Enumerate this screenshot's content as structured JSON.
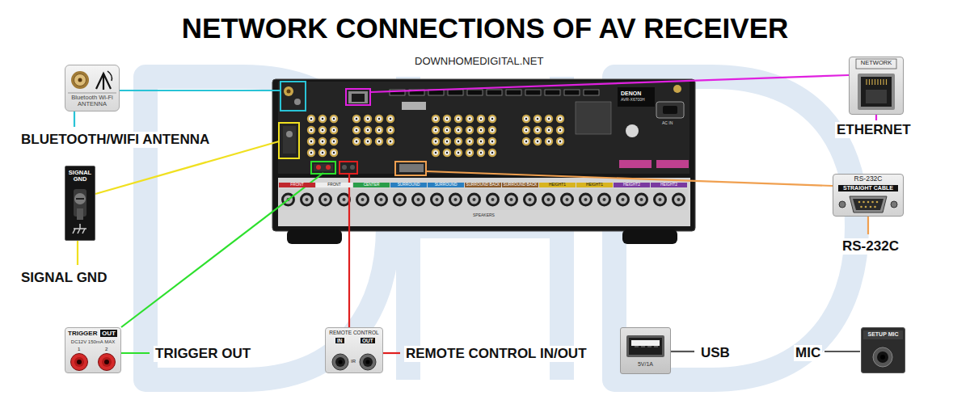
{
  "diagram": {
    "title": "NETWORK CONNECTIONS OF AV RECEIVER",
    "nodes": [
      {
        "text": [
          "Bluetooth Wi-Fi ANTENNA",
          "BLUETOOTH/WIFI ANTENNA"
        ]
      },
      {
        "text": [
          "NETWORK",
          "ETHERNET"
        ]
      },
      {
        "text": [
          "SIGNAL GND",
          "SIGNAL GND"
        ]
      },
      {
        "text": [
          "RS-232C",
          "STRAIGHT CABLE",
          "RS-232C"
        ]
      },
      {
        "text": [
          "TRIGGER",
          "OUT",
          "DC12V 150mA MAX",
          "1",
          "2",
          "TRIGGER OUT"
        ]
      },
      {
        "text": [
          "REMOTE CONTROL",
          "IN",
          "OUT",
          "IR",
          "REMOTE CONTROL IN/OUT"
        ]
      },
      {
        "text": [
          "5V/1A",
          "USB"
        ]
      },
      {
        "text": [
          "SETUP MIC",
          "MIC"
        ]
      }
    ],
    "labels": [
      "DOWNHOMEDIGITAL.NET",
      "FRONT",
      "FRONT",
      "CENTER",
      "SURROUND",
      "SURROUND",
      "SURROUND BACK",
      "SURROUND BACK",
      "HEIGHT1",
      "HEIGHT1",
      "HEIGHT2",
      "HEIGHT2",
      "SPEAKERS",
      "DENON",
      "AVR-X6700H",
      "AC IN"
    ]
  }
}
